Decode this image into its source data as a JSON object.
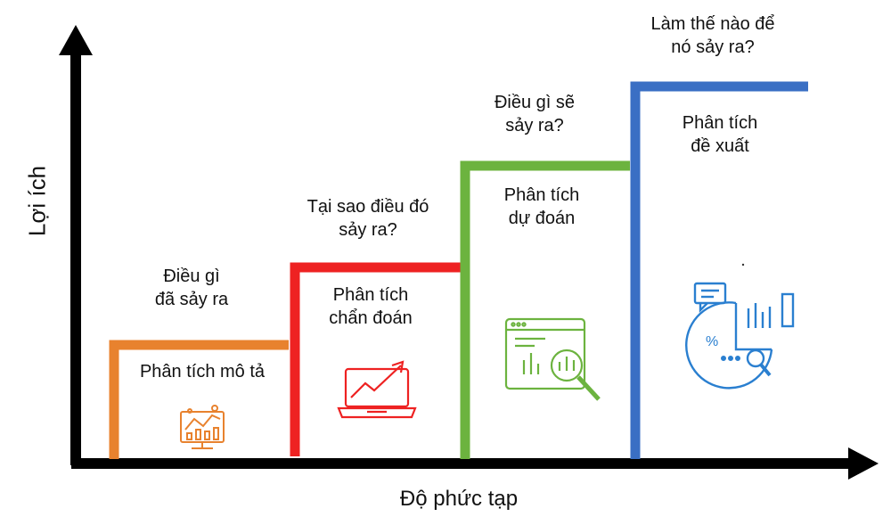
{
  "axes": {
    "y_label": "Lợi ích",
    "x_label": "Độ phức tạp"
  },
  "stages": [
    {
      "id": "descriptive",
      "question": "Điều gì\nđã sảy ra",
      "label": "Phân tích mô tả",
      "color": "#e8822e",
      "icon": "monitor-chart-icon"
    },
    {
      "id": "diagnostic",
      "question": "Tại sao điều đó\nsảy ra?",
      "label": "Phân tích\nchẩn đoán",
      "color": "#ee2222",
      "icon": "laptop-trend-icon"
    },
    {
      "id": "predictive",
      "question": "Điều gì sẽ\nsảy ra?",
      "label": "Phân tích\ndự đoán",
      "color": "#6cb33f",
      "icon": "window-magnifier-chart-icon"
    },
    {
      "id": "prescriptive",
      "question": "Làm thế nào để\nnó sảy ra?",
      "label": "Phân tích\nđề xuất",
      "color": "#3a6fc4",
      "icon": "pie-chart-analytics-icon"
    }
  ]
}
